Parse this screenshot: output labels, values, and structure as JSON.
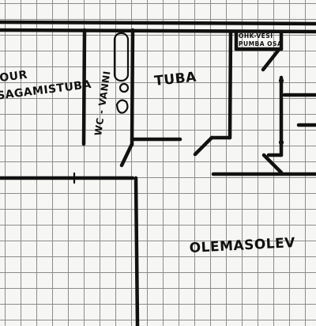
{
  "rooms": {
    "living_room": "OUR\nSAGAMISTUBA",
    "wc": "WC - VANNI",
    "bedroom": "TUBA",
    "utility": "ÕHK-VESI\nPUMBA OSA",
    "existing_floor": "OLEMASOLEV"
  },
  "colors": {
    "ink": "#111111",
    "grid": "#8c8c8c",
    "paper": "#f6f6f4"
  }
}
